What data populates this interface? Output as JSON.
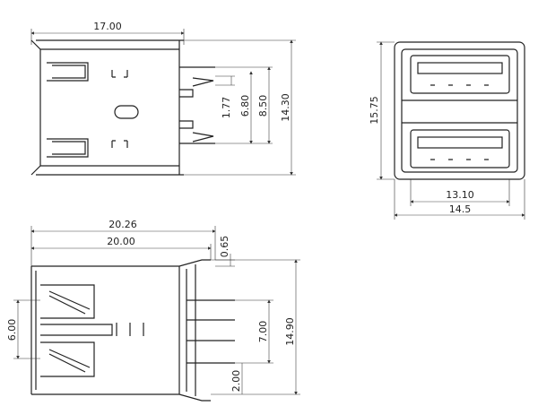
{
  "title": "USB Type-A dual stacked connector drawing",
  "top_view": {
    "width": "17.00",
    "d1": "1.77",
    "d2": "6.80",
    "d3": "8.50",
    "height": "14.30"
  },
  "front_view": {
    "height": "15.75",
    "inner_width": "13.10",
    "width": "14.5"
  },
  "side_view": {
    "overall": "20.26",
    "body": "20.00",
    "offset": "0.65",
    "port_pitch": "6.00",
    "pin_pitch": "7.00",
    "height": "14.90",
    "bottom": "2.00"
  }
}
